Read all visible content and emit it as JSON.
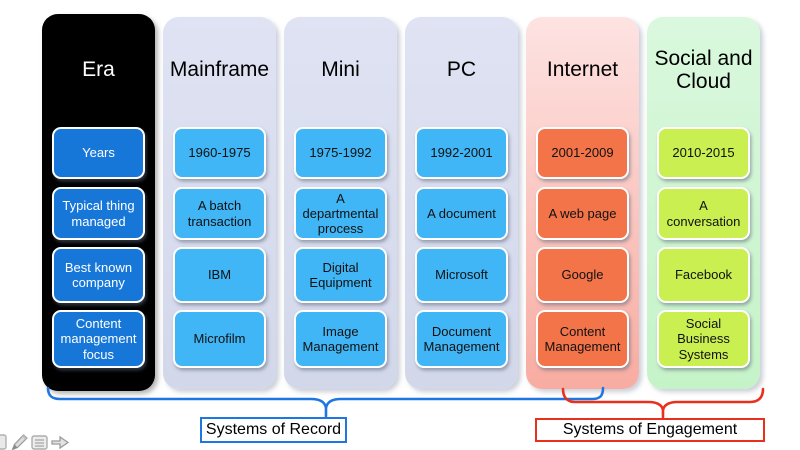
{
  "slide": {
    "columns": [
      {
        "header": "Era",
        "header_color": "#ffffff",
        "bg_top": "#000000",
        "bg_bottom": "#000000",
        "cell_bg": "#1777d9",
        "cell_border": "#ffffff",
        "cell_text": "#ffffff",
        "cells": [
          "Years",
          "Typical thing managed",
          "Best known company",
          "Content management focus"
        ]
      },
      {
        "header": "Mainframe",
        "header_color": "#000000",
        "bg_top": "#dfe3f3",
        "bg_bottom": "#d2d7ea",
        "cell_bg": "#40b6f6",
        "cell_border": "#ffffff",
        "cell_text": "#111111",
        "cells": [
          "1960-1975",
          "A batch transaction",
          "IBM",
          "Microfilm"
        ]
      },
      {
        "header": "Mini",
        "header_color": "#000000",
        "bg_top": "#dfe3f3",
        "bg_bottom": "#d2d7ea",
        "cell_bg": "#40b6f6",
        "cell_border": "#ffffff",
        "cell_text": "#111111",
        "cells": [
          "1975-1992",
          "A departmental process",
          "Digital Equipment",
          "Image Management"
        ]
      },
      {
        "header": "PC",
        "header_color": "#000000",
        "bg_top": "#dfe3f3",
        "bg_bottom": "#d2d7ea",
        "cell_bg": "#40b6f6",
        "cell_border": "#ffffff",
        "cell_text": "#111111",
        "cells": [
          "1992-2001",
          "A document",
          "Microsoft",
          "Document Management"
        ]
      },
      {
        "header": "Internet",
        "header_color": "#000000",
        "bg_top": "#fde3e2",
        "bg_bottom": "#f8aca1",
        "cell_bg": "#f4744a",
        "cell_border": "#ffffff",
        "cell_text": "#111111",
        "cells": [
          "2001-2009",
          "A web page",
          "Google",
          "Content Management"
        ]
      },
      {
        "header": "Social and Cloud",
        "header_color": "#000000",
        "bg_top": "#daf8de",
        "bg_bottom": "#c5f3c8",
        "cell_bg": "#c9ef50",
        "cell_border": "#ffffff",
        "cell_text": "#111111",
        "cells": [
          "2010-2015",
          "A conversation",
          "Facebook",
          "Social Business Systems"
        ]
      }
    ],
    "braces": {
      "record": {
        "label": "Systems of Record",
        "color": "#1d76e2"
      },
      "engagement": {
        "label": "Systems of Engagement",
        "color": "#e8301d"
      }
    },
    "toolbar": {
      "icons": [
        "image-icon",
        "pencil-icon",
        "notes-icon",
        "forward-arrow-icon"
      ]
    }
  }
}
